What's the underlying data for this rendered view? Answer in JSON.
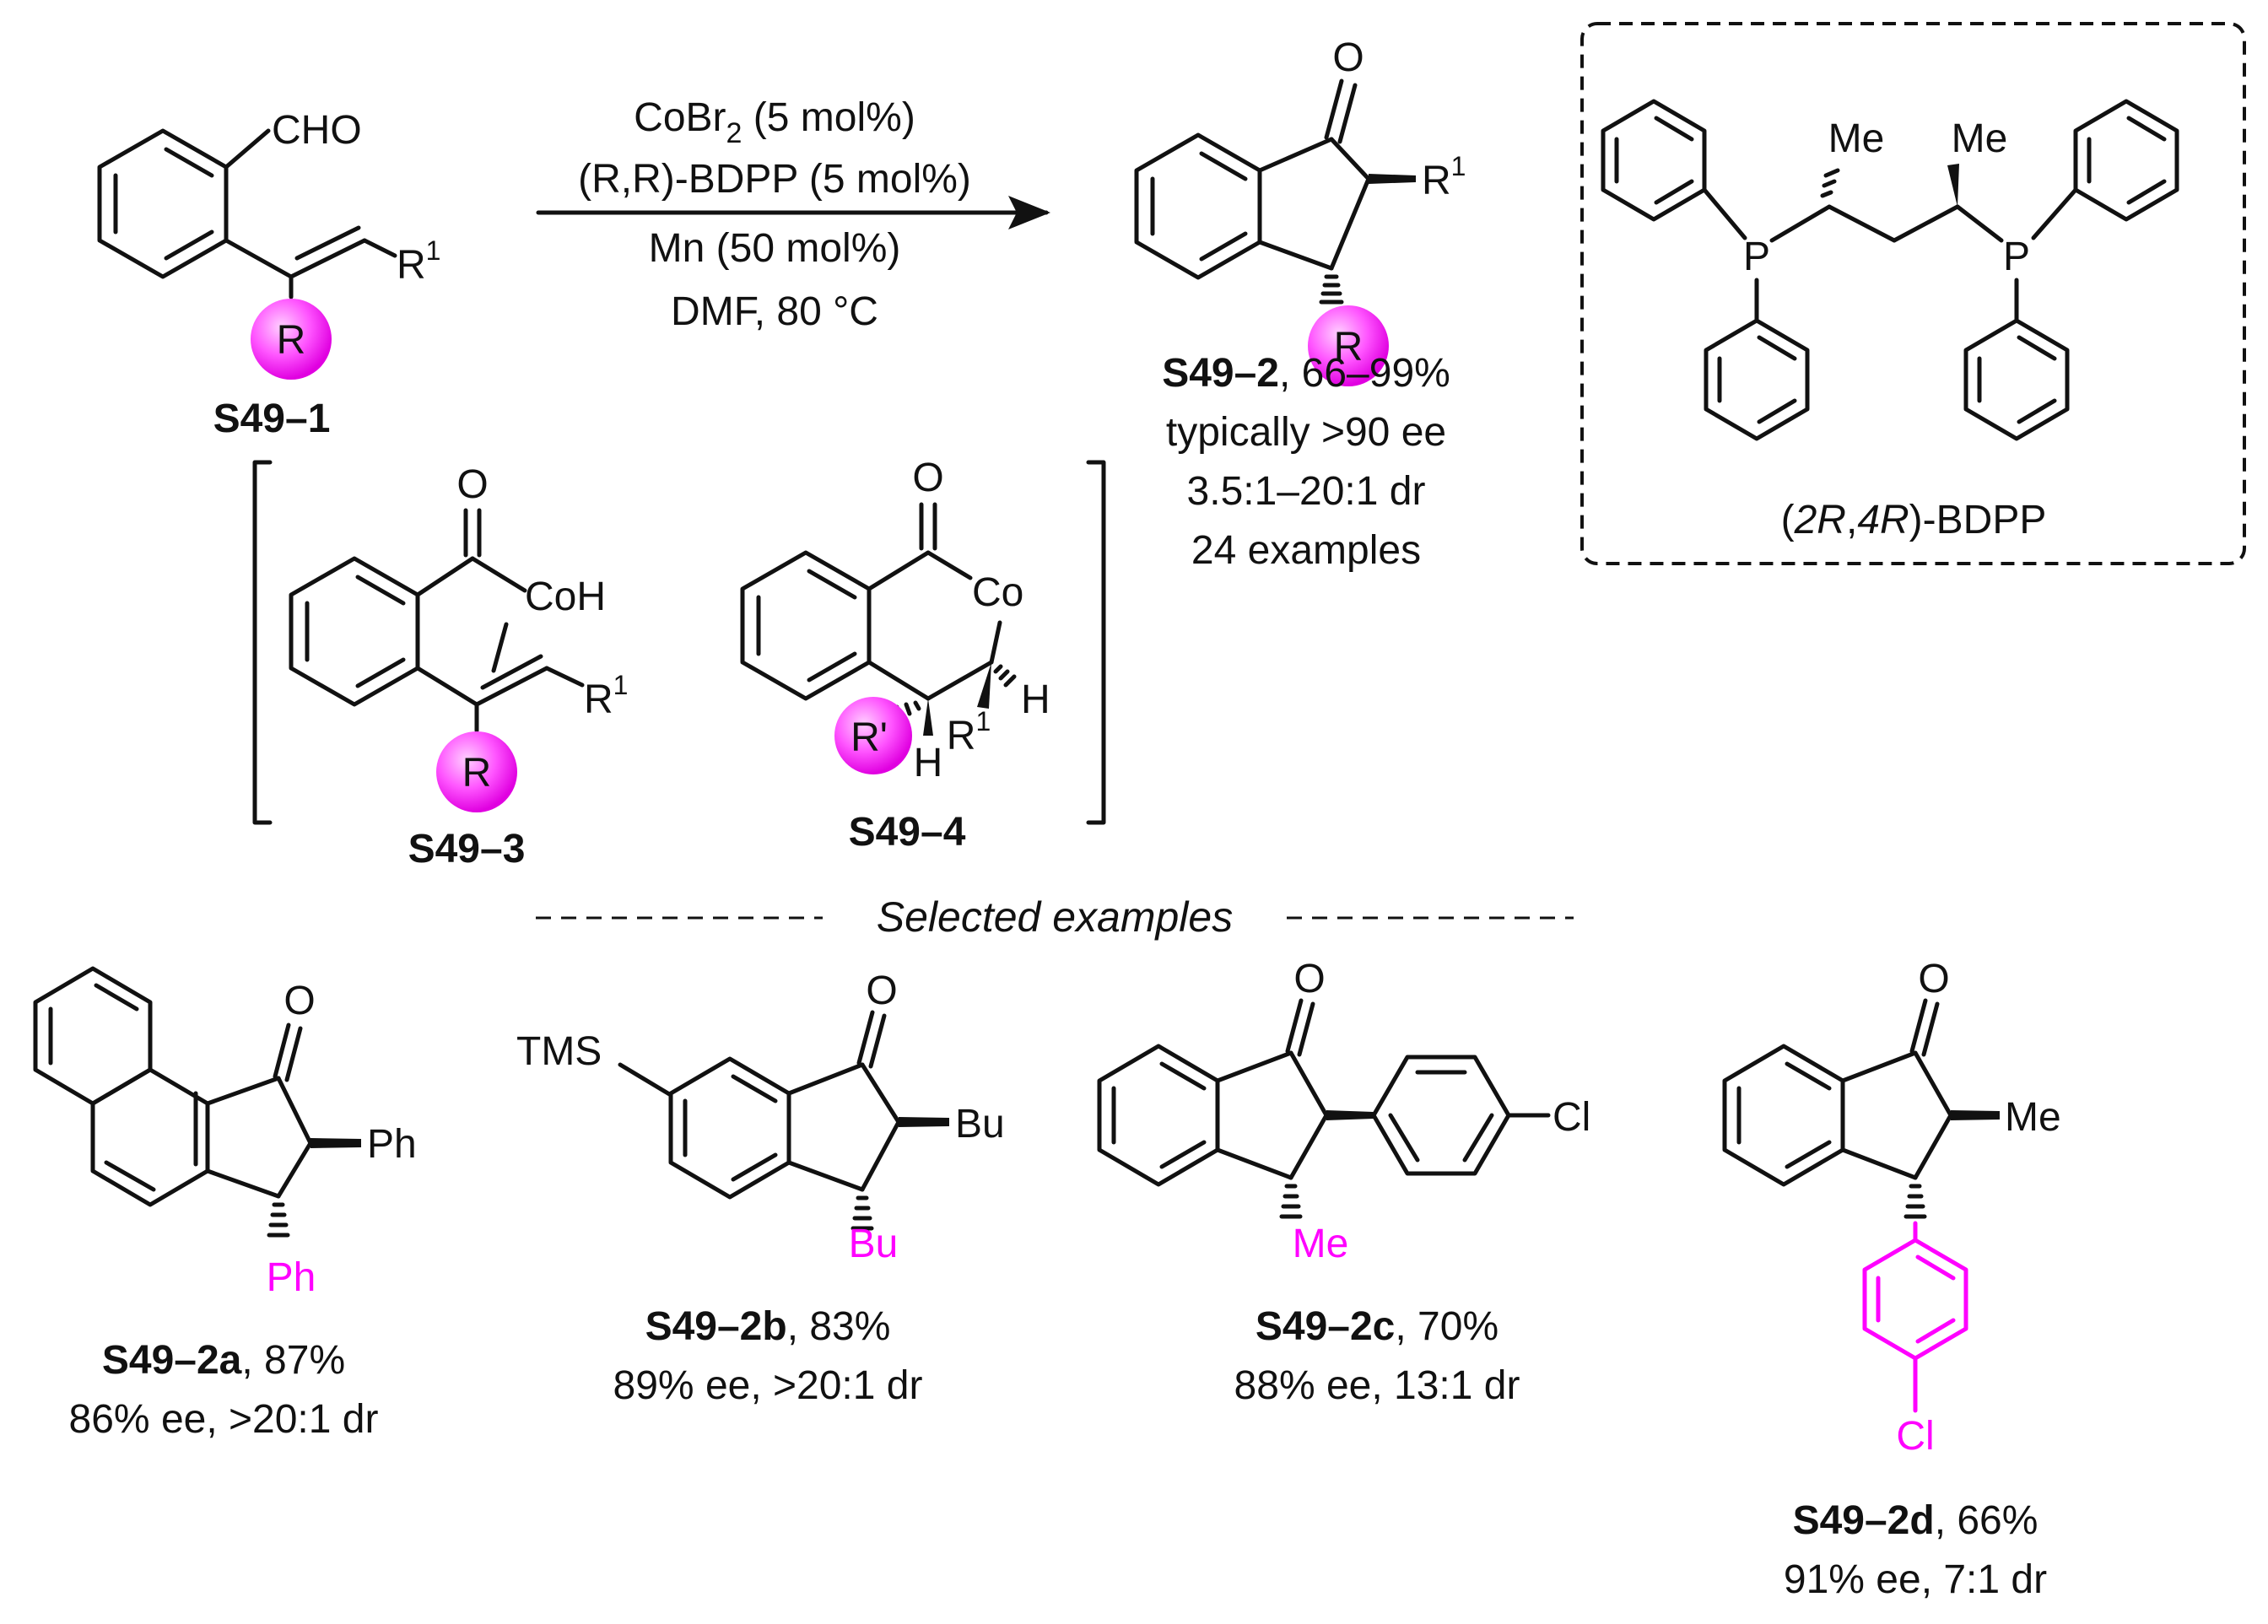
{
  "colors": {
    "ink": "#111111",
    "highlight": "#ff00ff",
    "sphere_light": "#ffd0ff",
    "sphere_dark": "#e000e0"
  },
  "starting_material": {
    "aldehyde": "CHO",
    "substituent": "R",
    "r1": "R",
    "r1_sup": "1",
    "label": "S49–1"
  },
  "conditions": {
    "line1_main": "CoBr",
    "line1_sub": "2",
    "line1_tail": " (5 mol%)",
    "line2": "(R,R)-BDPP (5 mol%)",
    "line3": "Mn (50 mol%)",
    "line4": "DMF,  80 °C"
  },
  "product": {
    "oxygen": "O",
    "r1": "R",
    "r1_sup": "1",
    "substituent": "R",
    "label": "S49–2",
    "yield": ", 66–99%",
    "ee": "typically >90 ee",
    "dr": "3.5:1–20:1 dr",
    "count": "24 examples"
  },
  "ligand": {
    "me1": "Me",
    "me2": "Me",
    "p1": "P",
    "p2": "P",
    "name_open": "(",
    "name_2r": "2R",
    "name_comma": ",",
    "name_4r": "4R",
    "name_tail": ")-BDPP"
  },
  "intermediates": {
    "i3": {
      "oxygen": "O",
      "coh": "CoH",
      "r1": "R",
      "r1_sup": "1",
      "substituent": "R",
      "label": "S49–3"
    },
    "i4": {
      "oxygen": "O",
      "co": "Co",
      "h1": "H",
      "r1": "R",
      "r1_sup": "1",
      "h2": "H",
      "substituent": "R'",
      "label": "S49–4"
    }
  },
  "section_title": "Selected examples",
  "examples": [
    {
      "label": "S49–2a",
      "yield": ", 87%",
      "selectivity": "86% ee, >20:1 dr",
      "oxygen": "O",
      "r1": "Ph",
      "r2": "Ph"
    },
    {
      "label": "S49–2b",
      "yield": ", 83%",
      "selectivity": "89% ee, >20:1 dr",
      "oxygen": "O",
      "r1": "Bu",
      "r2": "Bu",
      "tms": "TMS"
    },
    {
      "label": "S49–2c",
      "yield": ", 70%",
      "selectivity": "88% ee, 13:1 dr",
      "oxygen": "O",
      "r2": "Me",
      "cl": "Cl"
    },
    {
      "label": "S49–2d",
      "yield": ", 66%",
      "selectivity": "91% ee, 7:1 dr",
      "oxygen": "O",
      "r1": "Me",
      "cl": "Cl"
    }
  ]
}
